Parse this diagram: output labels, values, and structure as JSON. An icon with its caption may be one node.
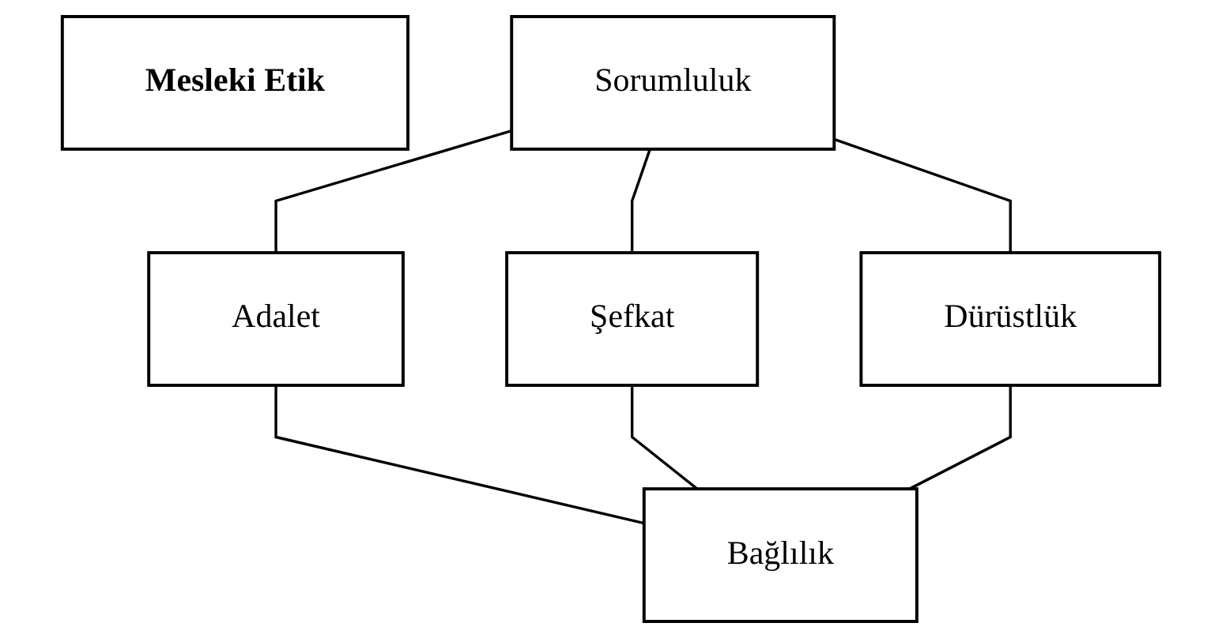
{
  "diagram": {
    "nodes": [
      {
        "text": [
          "Mesleki Etik"
        ]
      },
      {
        "text": [
          "Sorumluluk"
        ]
      },
      {
        "text": [
          "Adalet"
        ]
      },
      {
        "text": [
          "Şefkat"
        ]
      },
      {
        "text": [
          "Dürüstlük"
        ]
      },
      {
        "text": [
          "Bağlılık"
        ]
      }
    ],
    "edges": [
      {
        "from": 1,
        "to": 2,
        "arrow": "none"
      },
      {
        "from": 1,
        "to": 3,
        "arrow": "none"
      },
      {
        "from": 1,
        "to": 4,
        "arrow": "none"
      },
      {
        "from": 2,
        "to": 5,
        "arrow": "none"
      },
      {
        "from": 3,
        "to": 5,
        "arrow": "none"
      },
      {
        "from": 4,
        "to": 5,
        "arrow": "none"
      }
    ]
  }
}
